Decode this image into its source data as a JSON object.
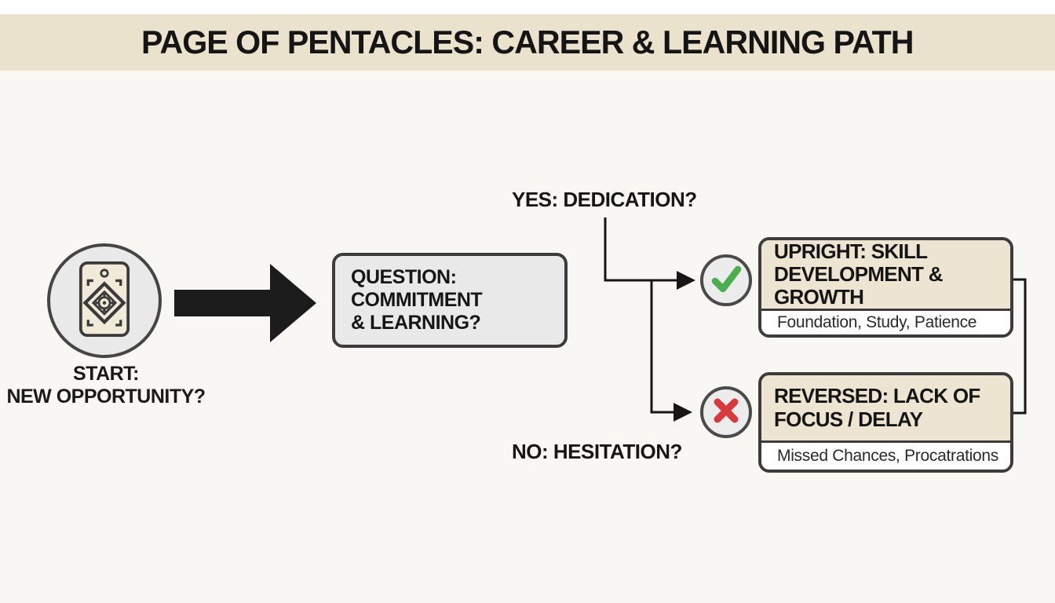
{
  "header": {
    "title": "PAGE OF PENTACLES: CAREER & LEARNING PATH"
  },
  "start": {
    "icon": "tarot-card-icon",
    "label": "START:\nNEW OPPORTUNITY?"
  },
  "question": {
    "text": "QUESTION:\nCOMMITMENT\n& LEARNING?"
  },
  "branches": {
    "yes": {
      "label": "YES: DEDICATION?",
      "icon": "check-icon"
    },
    "no": {
      "label": "NO: HESITATION?",
      "icon": "cross-icon"
    }
  },
  "outcomes": {
    "upright": {
      "title": "UPRIGHT: SKILL\nDEVELOPMENT & GROWTH",
      "subtitle": "Foundation, Study, Patience"
    },
    "reversed": {
      "title": "REVERSED: LACK OF\nFOCUS / DELAY",
      "subtitle": "Missed Chances, Procatrations"
    }
  },
  "colors": {
    "banner_bg": "#eae2cd",
    "box_beige": "#ede5d2",
    "node_gray": "#e9e9e9",
    "line_dark": "#161616",
    "check_green": "#4bae4f",
    "cross_red": "#d6393e"
  }
}
